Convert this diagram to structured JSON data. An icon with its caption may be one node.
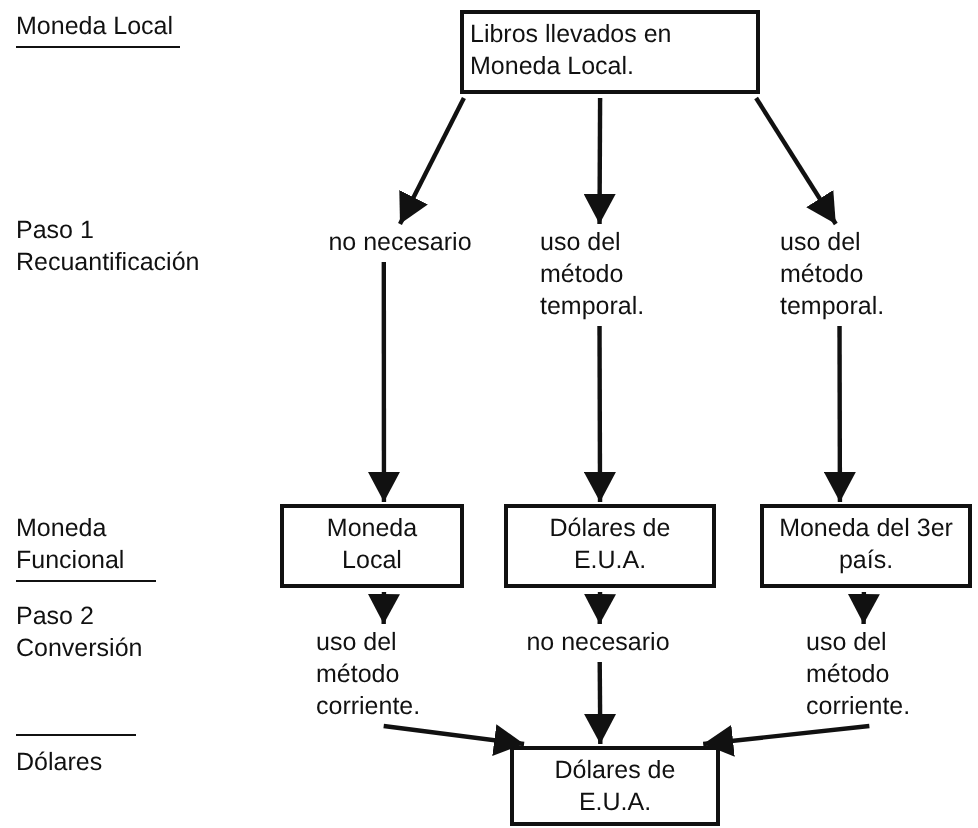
{
  "diagram": {
    "nodes": [
      {
        "text": [
          "Libros llevados en Moneda Local."
        ]
      },
      {
        "text": [
          "no necesario"
        ]
      },
      {
        "text": [
          "uso del método temporal."
        ]
      },
      {
        "text": [
          "uso del método temporal."
        ]
      },
      {
        "text": [
          "Moneda Local"
        ]
      },
      {
        "text": [
          "Dólares de E.U.A."
        ]
      },
      {
        "text": [
          "Moneda del 3er país."
        ]
      },
      {
        "text": [
          "uso del método corriente."
        ]
      },
      {
        "text": [
          "no necesario"
        ]
      },
      {
        "text": [
          "uso del método corriente."
        ]
      },
      {
        "text": [
          "Dólares de E.U.A."
        ]
      }
    ],
    "edges": [
      {
        "from": 0,
        "to": 1,
        "arrow": "to"
      },
      {
        "from": 0,
        "to": 2,
        "arrow": "to"
      },
      {
        "from": 0,
        "to": 3,
        "arrow": "to"
      },
      {
        "from": 1,
        "to": 4,
        "arrow": "to"
      },
      {
        "from": 2,
        "to": 5,
        "arrow": "to"
      },
      {
        "from": 3,
        "to": 6,
        "arrow": "to"
      },
      {
        "from": 4,
        "to": 7,
        "arrow": "to"
      },
      {
        "from": 5,
        "to": 8,
        "arrow": "to"
      },
      {
        "from": 6,
        "to": 9,
        "arrow": "to"
      },
      {
        "from": 7,
        "to": 10,
        "arrow": "to"
      },
      {
        "from": 8,
        "to": 10,
        "arrow": "to"
      },
      {
        "from": 9,
        "to": 10,
        "arrow": "to"
      }
    ],
    "labels": [
      "Moneda Local",
      "Paso 1 Recuantificación",
      "Moneda Funcional",
      "Paso 2 Conversión",
      "Dólares"
    ]
  }
}
